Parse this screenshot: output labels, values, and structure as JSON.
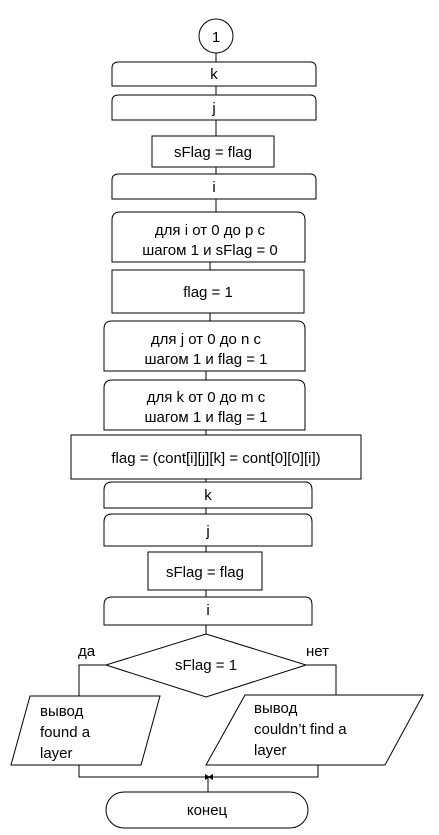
{
  "connector_label": "1",
  "blocks": {
    "loop_end_k_1": "k",
    "loop_end_j_1": "j",
    "assign_sflag_1": "sFlag = flag",
    "loop_end_i_1": "i",
    "loop_i": [
      "для i от 0 до p с",
      "шагом 1 и sFlag = 0"
    ],
    "assign_flag": "flag = 1",
    "loop_j": [
      "для j от 0 до n с",
      "шагом 1 и flag = 1"
    ],
    "loop_k": [
      "для k от 0 до m с",
      "шагом 1 и flag = 1"
    ],
    "compare": "flag = (cont[i][j][k] = cont[0][0][i])",
    "loop_end_k_2": "k",
    "loop_end_j_2": "j",
    "assign_sflag_2": "sFlag = flag",
    "loop_end_i_2": "i"
  },
  "decision": {
    "condition": "sFlag = 1",
    "yes_label": "да",
    "no_label": "нет"
  },
  "outputs": {
    "found": [
      "вывод",
      "found a",
      "layer"
    ],
    "not_found": [
      "вывод",
      "couldn’t find a",
      "layer"
    ]
  },
  "terminator": "конец"
}
